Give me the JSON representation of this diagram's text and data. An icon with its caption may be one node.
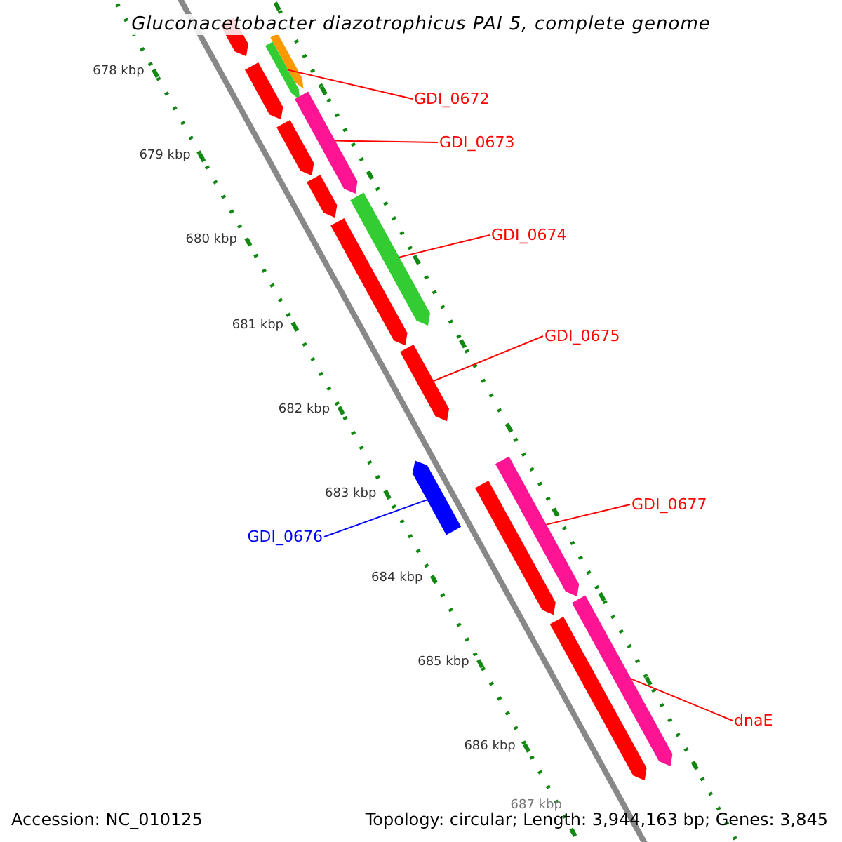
{
  "diagram": {
    "title": "Gluconacetobacter diazotrophicus PAI 5, complete genome",
    "nodes": [
      {
        "text": [
          "GDI_0672"
        ]
      },
      {
        "text": [
          "GDI_0673"
        ]
      },
      {
        "text": [
          "GDI_0674"
        ]
      },
      {
        "text": [
          "GDI_0675"
        ]
      },
      {
        "text": [
          "GDI_0676"
        ]
      },
      {
        "text": [
          "GDI_0677"
        ]
      },
      {
        "text": [
          "dnaE"
        ]
      },
      {
        "text": [],
        "shape": "arrow"
      },
      {
        "text": [],
        "shape": "arrow"
      },
      {
        "text": [],
        "shape": "arrow"
      },
      {
        "text": [],
        "shape": "arrow"
      },
      {
        "text": [],
        "shape": "arrow"
      },
      {
        "text": [],
        "shape": "arrow"
      },
      {
        "text": [],
        "shape": "arrow"
      },
      {
        "text": [],
        "shape": "arrow"
      },
      {
        "text": [],
        "shape": "arrow"
      },
      {
        "text": [],
        "shape": "arrow"
      },
      {
        "text": [],
        "shape": "arrow"
      },
      {
        "text": [],
        "shape": "arrow"
      },
      {
        "text": [],
        "shape": "arrow"
      },
      {
        "text": [],
        "shape": "arrow"
      },
      {
        "text": [],
        "shape": "arrow"
      }
    ],
    "edges": [
      {
        "from": 0,
        "to": 9,
        "arrow": "none"
      },
      {
        "from": 1,
        "to": 11,
        "arrow": "none"
      },
      {
        "from": 2,
        "to": 14,
        "arrow": "none"
      },
      {
        "from": 3,
        "to": 16,
        "arrow": "none"
      },
      {
        "from": 4,
        "to": 17,
        "arrow": "none",
        "color": "#0000ff"
      },
      {
        "from": 5,
        "to": 18,
        "arrow": "none"
      },
      {
        "from": 6,
        "to": 20,
        "arrow": "none"
      }
    ],
    "labels": [
      "678 kbp",
      "679 kbp",
      "680 kbp",
      "681 kbp",
      "682 kbp",
      "683 kbp",
      "684 kbp",
      "685 kbp",
      "686 kbp",
      "687 kbp",
      "Accession: NC_010125",
      "Topology: circular; Length: 3,944,163 bp; Genes: 3,845"
    ]
  }
}
